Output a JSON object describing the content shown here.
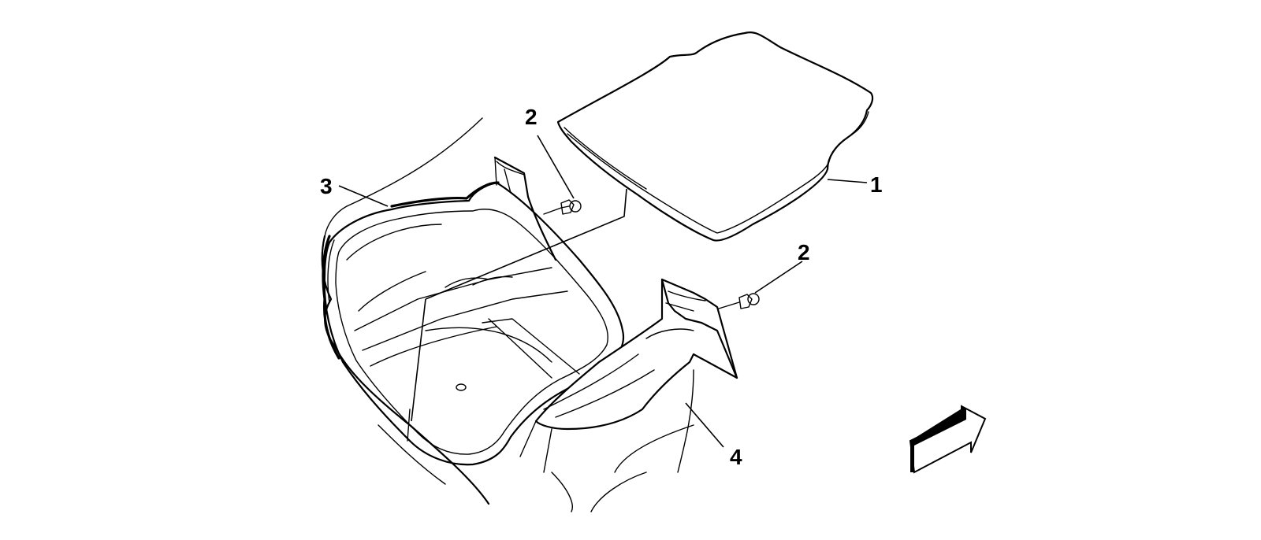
{
  "callouts": {
    "c1": "1",
    "c2a": "2",
    "c2b": "2",
    "c3": "3",
    "c4": "4"
  },
  "colors": {
    "ink": "#000000",
    "background": "#ffffff"
  },
  "icons": {
    "direction": "forward-arrow-icon"
  }
}
